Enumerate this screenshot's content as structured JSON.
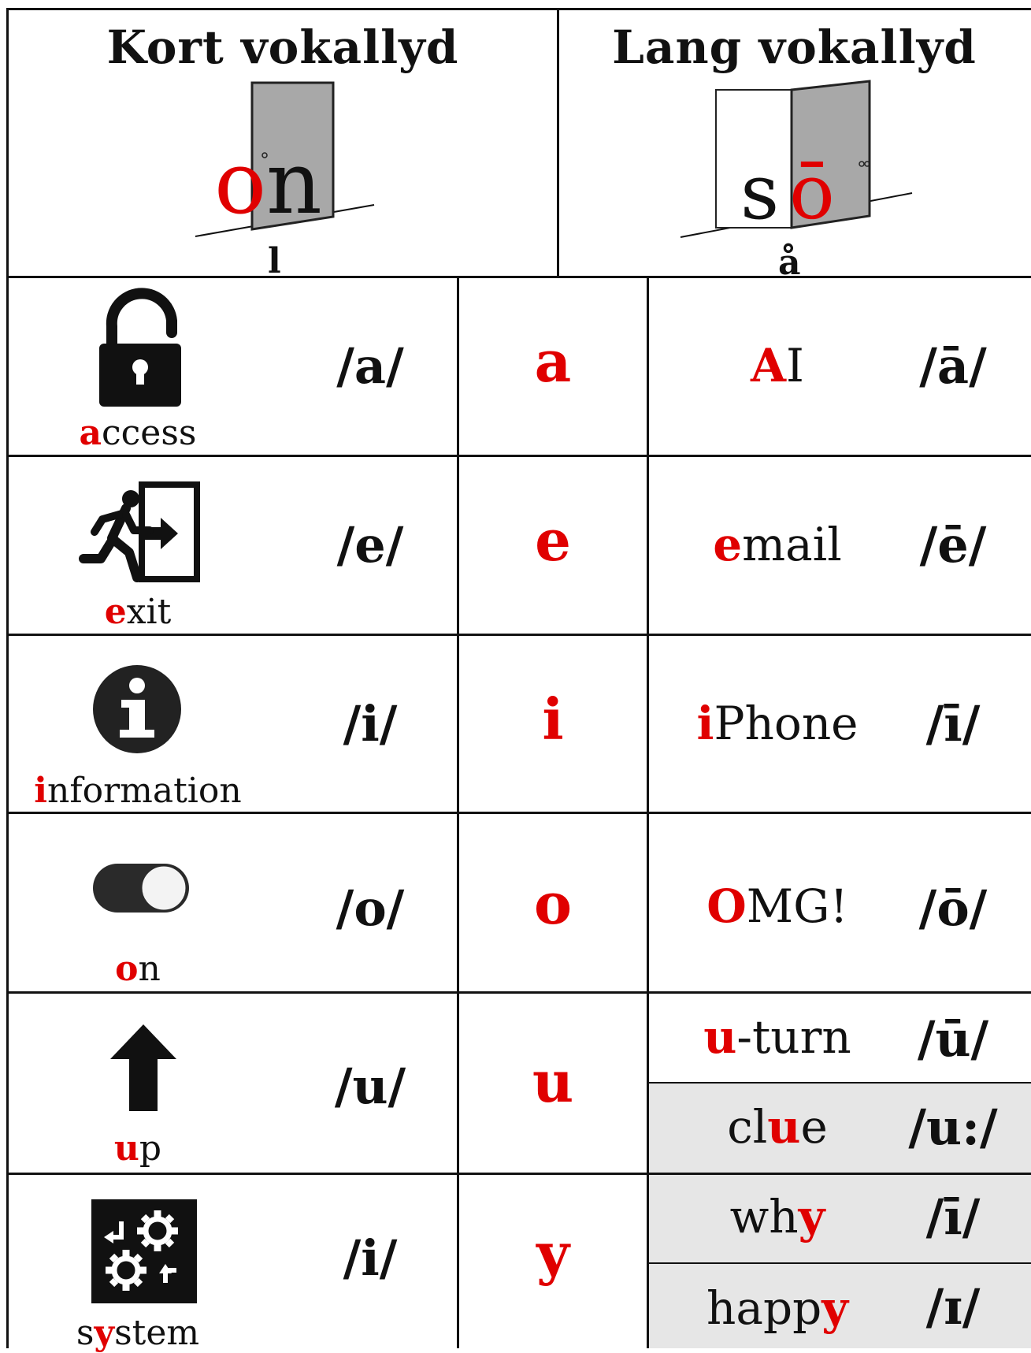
{
  "header": {
    "short_title": "Kort vokallyd",
    "long_title": "Lang vokallyd",
    "short_example": {
      "vowel": "o",
      "rest": "n",
      "under": "l"
    },
    "long_example": {
      "lead": "s",
      "vowel": "ō",
      "under": "å"
    }
  },
  "rows": [
    {
      "icon": "open-padlock-icon",
      "cap_hi": "a",
      "cap_rest": "ccess",
      "short_ipa": "/a/",
      "letter": "a",
      "long": [
        {
          "pre": "",
          "hi": "A",
          "post": "I",
          "ipa": "/ā/",
          "grey": false
        }
      ]
    },
    {
      "icon": "exit-running-icon",
      "cap_hi": "e",
      "cap_rest": "xit",
      "short_ipa": "/e/",
      "letter": "e",
      "long": [
        {
          "pre": "",
          "hi": "e",
          "post": "mail",
          "ipa": "/ē/",
          "grey": false
        }
      ]
    },
    {
      "icon": "info-icon",
      "cap_hi": "i",
      "cap_rest": "nformation",
      "short_ipa": "/i/",
      "letter": "i",
      "long": [
        {
          "pre": "",
          "hi": "i",
          "post": "Phone",
          "ipa": "/ī/",
          "grey": false
        }
      ]
    },
    {
      "icon": "toggle-on-icon",
      "cap_hi": "o",
      "cap_rest": "n",
      "short_ipa": "/o/",
      "letter": "o",
      "long": [
        {
          "pre": "",
          "hi": "O",
          "post": "MG!",
          "ipa": "/ō/",
          "grey": false
        }
      ]
    },
    {
      "icon": "arrow-up-icon",
      "cap_hi": "u",
      "cap_rest": "p",
      "short_ipa": "/u/",
      "letter": "u",
      "long": [
        {
          "pre": "",
          "hi": "u",
          "post": "-turn",
          "ipa": "/ū/",
          "grey": false
        },
        {
          "pre": "cl",
          "hi": "u",
          "post": "e",
          "ipa": "/u:/",
          "grey": true
        }
      ]
    },
    {
      "icon": "system-gears-icon",
      "cap_hi": "y",
      "cap_pre": "s",
      "cap_rest": "stem",
      "short_ipa": "/i/",
      "letter": "y",
      "long": [
        {
          "pre": "wh",
          "hi": "y",
          "post": "",
          "ipa": "/ī/",
          "grey": true
        },
        {
          "pre": "happ",
          "hi": "y",
          "post": "",
          "ipa": "/ɪ/",
          "grey": true
        }
      ]
    }
  ]
}
